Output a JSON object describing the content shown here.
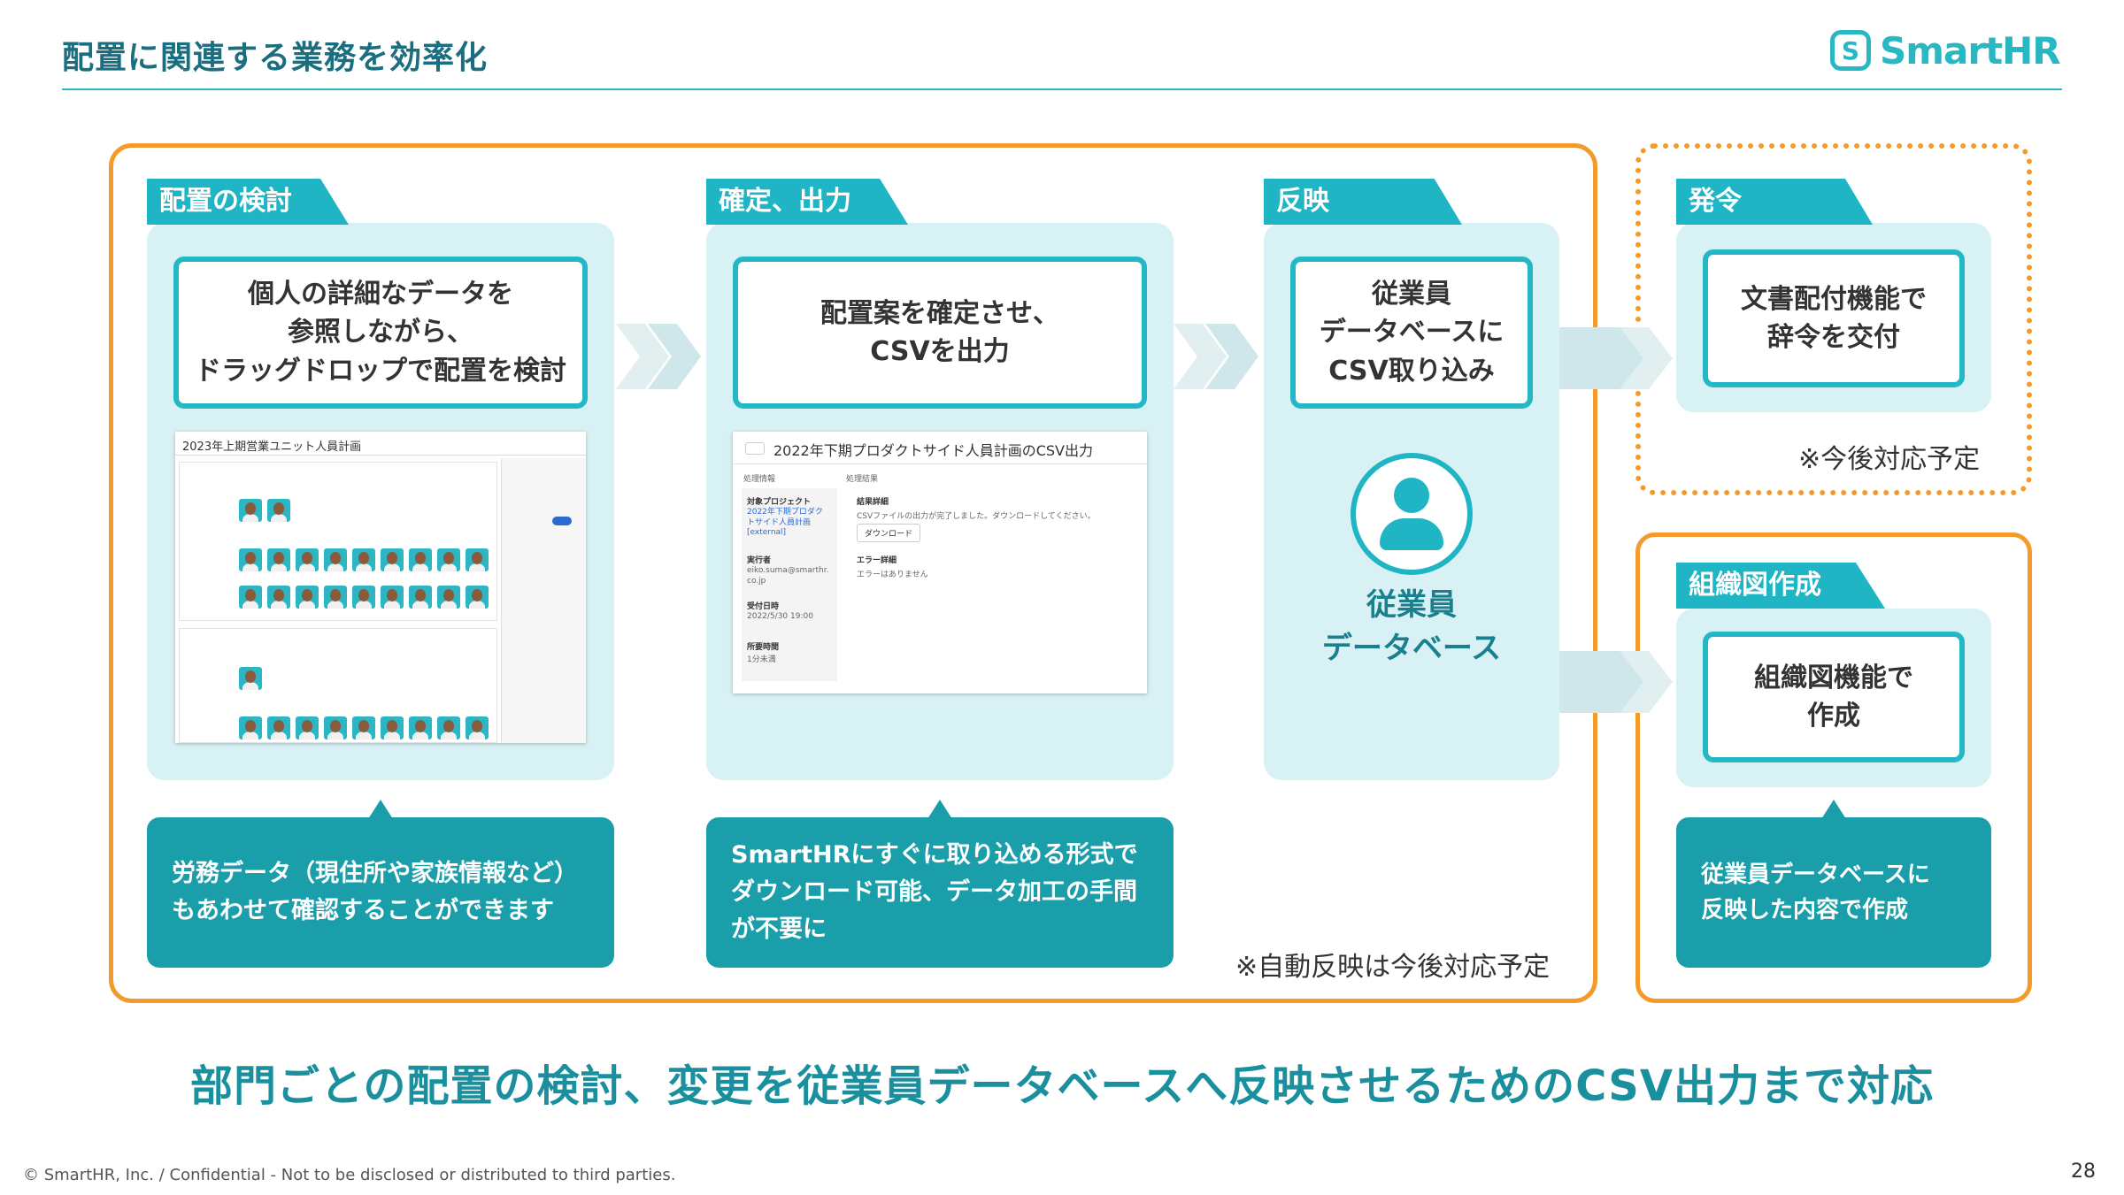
{
  "header": {
    "title": "配置に関連する業務を効率化",
    "logo_mark": "S",
    "logo_text": "SmartHR"
  },
  "steps": {
    "kento": {
      "tab": "配置の検討",
      "box": "個人の詳細なデータを\n参照しながら、\nドラッグドロップで配置を検討",
      "callout": "労務データ（現住所や家族情報など）\nもあわせて確認することができます"
    },
    "kakutei": {
      "tab": "確定、出力",
      "box": "配置案を確定させ、\nCSVを出力",
      "callout": "SmartHRにすぐに取り込める形式で\nダウンロード可能、データ加工の手間\nが不要に"
    },
    "hanei": {
      "tab": "反映",
      "box": "従業員\nデータベースに\nCSV取り込み",
      "db_label": "従業員\nデータベース"
    },
    "hatsurei": {
      "tab": "発令",
      "box": "文書配付機能で\n辞令を交付",
      "note": "※今後対応予定"
    },
    "soshiki": {
      "tab": "組織図作成",
      "box": "組織図機能で\n作成",
      "callout": "従業員データベースに\n反映した内容で作成"
    }
  },
  "auto_note": "※自動反映は今後対応予定",
  "screenshot_plan": {
    "title": "2023年上期営業ユニット人員計画"
  },
  "screenshot_csv": {
    "title": "2022年下期プロダクトサイド人員計画のCSV出力",
    "left_header": "処理情報",
    "right_header": "処理結果",
    "target_label": "対象プロジェクト",
    "target_value": "2022年下期プロダクトサイド人員計画 [external]",
    "executor_label": "実行者",
    "executor_value": "eiko.suma@smarthr.co.jp",
    "received_label": "受付日時",
    "received_value": "2022/5/30 19:00",
    "duration_label": "所要時間",
    "duration_value": "1分未満",
    "result_label": "結果詳細",
    "result_value": "CSVファイルの出力が完了しました。ダウンロードしてください。",
    "download_label": "ダウンロード",
    "error_label": "エラー詳細",
    "error_value": "エラーはありません"
  },
  "headline": "部門ごとの配置の検討、変更を従業員データベースへ反映させるためのCSV出力まで対応",
  "footer": {
    "confidential": "© SmartHR, Inc. / Confidential - Not to be disclosed or distributed to third parties.",
    "page": "28"
  },
  "colors": {
    "accent": "#1fb5c5",
    "dark_teal": "#1a9ea9",
    "panel": "#d8f1f4",
    "orange": "#f39a2b"
  }
}
